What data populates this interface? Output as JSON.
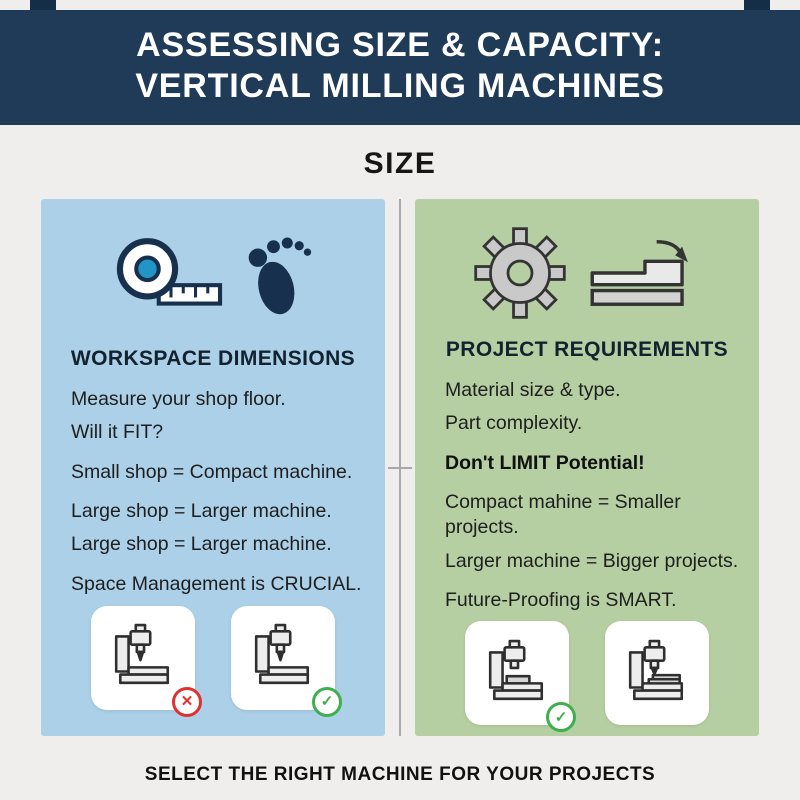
{
  "header": {
    "line1": "ASSESSING SIZE & CAPACITY:",
    "line2": "VERTICAL MILLING MACHINES"
  },
  "section": {
    "title": "SIZE"
  },
  "left_panel": {
    "heading": "WORKSPACE DIMENSIONS",
    "icons": [
      "tape-measure-icon",
      "footprint-icon"
    ],
    "lines": [
      "Measure your shop floor.",
      "Will it FIT?",
      "Small shop = Compact machine.",
      "Large shop = Larger machine.",
      "Large shop = Larger machine.",
      "Space Management is CRUCIAL."
    ],
    "cards": [
      {
        "icon": "milling-machine-icon",
        "badge": "cross"
      },
      {
        "icon": "milling-machine-icon",
        "badge": "check"
      }
    ]
  },
  "right_panel": {
    "heading": "PROJECT REQUIREMENTS",
    "icons": [
      "gear-icon",
      "material-part-icon"
    ],
    "lines": [
      "Material size & type.",
      "Part complexity.",
      "Don't LIMIT Potential!",
      "Compact mahine = Smaller projects.",
      "Larger machine = Bigger projects.",
      "Future-Proofing is SMART."
    ],
    "cards": [
      {
        "icon": "milling-machine-icon",
        "badge": "check"
      },
      {
        "icon": "milling-machine-icon",
        "badge": null
      }
    ]
  },
  "footer": {
    "text": "SELECT THE RIGHT MACHINE FOR YOUR PROJECTS"
  },
  "symbols": {
    "cross": "✕",
    "check": "✓"
  },
  "colors": {
    "banner_bg": "#1f3b57",
    "corner_accent": "#152e47",
    "page_bg": "#efeeec",
    "left_panel_bg": "#abd0e8",
    "right_panel_bg": "#b5cfa2",
    "cross_red": "#e03131",
    "check_green": "#3faf4e",
    "icon_navy": "#16304e",
    "text_dark": "#1e1e1e"
  }
}
